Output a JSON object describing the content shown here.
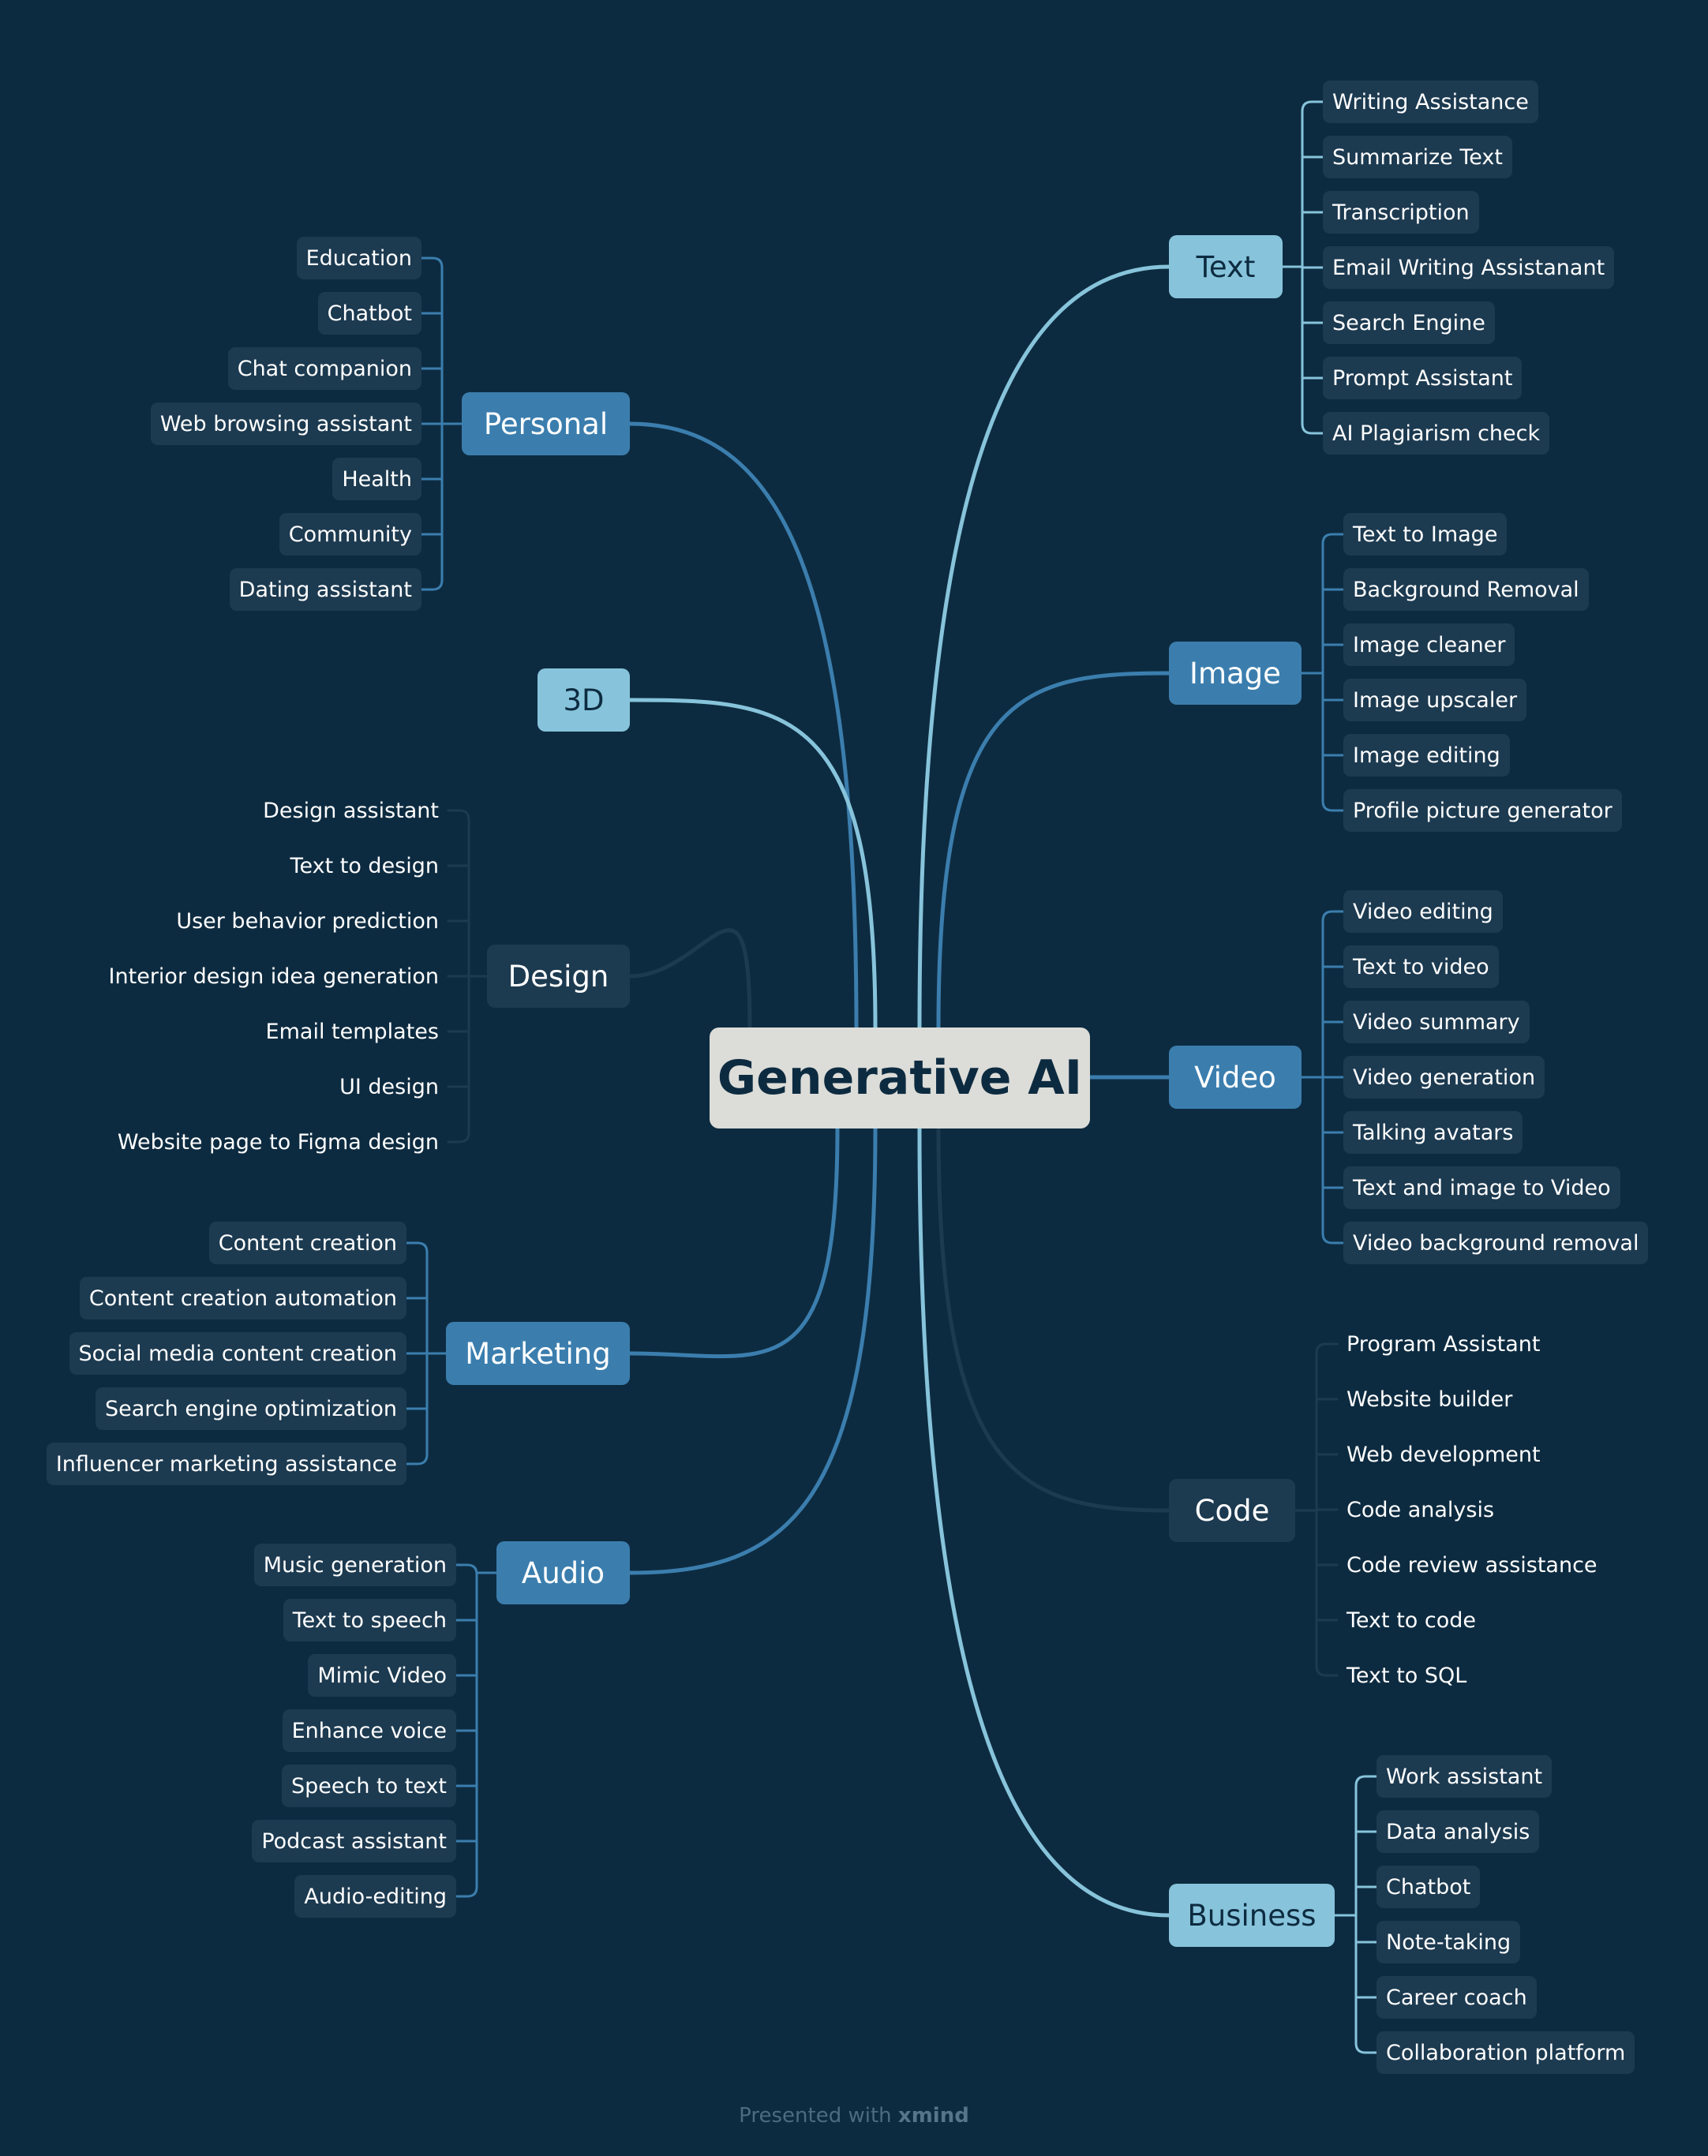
{
  "center": {
    "label": "Generative AI"
  },
  "branches": {
    "text": {
      "label": "Text",
      "items": [
        "Writing Assistance",
        "Summarize Text",
        "Transcription",
        "Email Writing Assistanant",
        "Search Engine",
        "Prompt Assistant",
        "AI Plagiarism check"
      ]
    },
    "image": {
      "label": "Image",
      "items": [
        "Text to Image",
        "Background Removal",
        "Image cleaner",
        "Image upscaler",
        "Image editing",
        "Profile picture generator"
      ]
    },
    "video": {
      "label": "Video",
      "items": [
        "Video editing",
        "Text to video",
        "Video summary",
        "Video generation",
        "Talking avatars",
        "Text and image to Video",
        "Video background removal"
      ]
    },
    "code": {
      "label": "Code",
      "items": [
        "Program Assistant",
        "Website builder",
        "Web development",
        "Code analysis",
        "Code review assistance",
        "Text to code",
        "Text to SQL"
      ]
    },
    "business": {
      "label": "Business",
      "items": [
        "Work assistant",
        "Data analysis",
        "Chatbot",
        "Note-taking",
        "Career coach",
        "Collaboration platform"
      ]
    },
    "personal": {
      "label": "Personal",
      "items": [
        "Education",
        "Chatbot",
        "Chat companion",
        "Web browsing assistant",
        "Health",
        "Community",
        "Dating assistant"
      ]
    },
    "three_d": {
      "label": "3D",
      "items": []
    },
    "design": {
      "label": "Design",
      "items": [
        "Design assistant",
        "Text to design",
        "User behavior prediction",
        "Interior design idea generation",
        "Email templates",
        "UI design",
        "Website page to Figma design"
      ]
    },
    "marketing": {
      "label": "Marketing",
      "items": [
        "Content creation",
        "Content creation automation",
        "Social media content creation",
        "Search engine optimization",
        "Influencer marketing assistance"
      ]
    },
    "audio": {
      "label": "Audio",
      "items": [
        "Music generation",
        "Text to speech",
        "Mimic Video",
        "Enhance voice",
        "Speech to text",
        "Podcast assistant",
        "Audio-editing"
      ]
    }
  },
  "colors": {
    "background": "#0d2b40",
    "center_box": "#dcdcd8",
    "center_text": "#0d2b40",
    "light_blue": "#87c4dc",
    "mid_blue": "#3b7eae",
    "dark_blue": "#1c3a50",
    "leaf_box": "#1c3a50",
    "leaf_text": "#ffffff"
  },
  "footer": {
    "prefix": "Presented with",
    "brand": "xmind"
  }
}
